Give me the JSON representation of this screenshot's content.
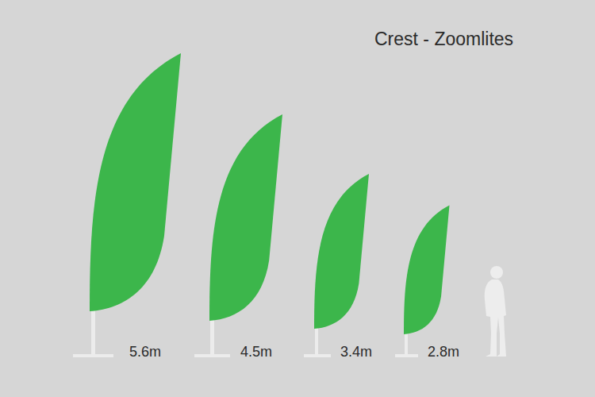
{
  "diagram": {
    "title": "Crest - Zoomlites",
    "labels": [
      "5.6m",
      "4.5m",
      "3.4m",
      "2.8m"
    ]
  }
}
